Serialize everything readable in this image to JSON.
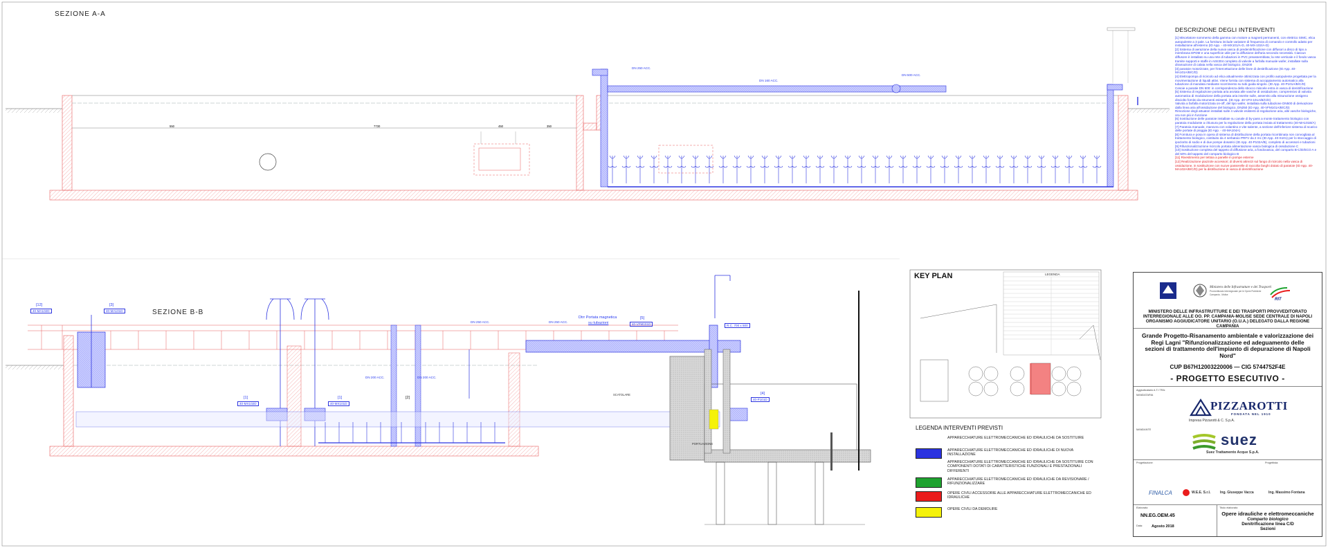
{
  "sections": {
    "sezione_aa": "SEZIONE A-A",
    "sezione_bb": "SEZIONE B-B"
  },
  "descrizione": {
    "title": "DESCRIZIONE DEGLI INTERVENTI",
    "items": [
      "[1] Miscelatore sommerso della gamma con motore a magneti permanenti, con elettrico SIMC, elica autopulente a 3 pale. La fornitura include variatore di frequenza di comando e controllo adatto per installazione all'esterno (ID App. - 40-MX101/A-D, 40-MX-102/A-D)",
      "[2] Sistema di aerazione della nuova vasca di predenitrificazione con diffusori a disco di tipo a membrana EPDM e una superficie utile per la diffusione dell'aria secondo necessità. Ciascun diffusore è installato su una rete di tubazioni in PVC preassemblata; la rete verticale e il fondo vasca tramite supporti e staffe in AISI304 completo di valvole a farfalla manuale wafer, installate sulla diramazione di calata nella vasca del biologico, DN200",
      "[3] paratoie motorizzate, per l'intercettazione delle linee di denitrificazione (ID App. 40-MA101A/B/C/D)",
      "[4] Elettropompa di ricircolo ad elica attualmente ottimizzata con profilo autopulente progettata per la movimentazione di liquidi attivi. Viene fornita con sistema di accoppiamento automatico alla tubazione di mandata mediante scorrimento su tubi guida singolo. (ID App. 40-P101A/B/C/D)",
      "Cesoie a paratie DN 800: in corrispondenza dello sbocco miscele entra in vasca di denitrificazione",
      "[5] Sistema di regolazione portata aria avviata alle vasche di ossidazione, comprensivo di valvola automatica di modulazione della portata aria inserite sulle, asservito alla misurazione ossigeno disciolto fornito da strumenti esistenti. (ID App. 40-VF3-101A/B/C/D)",
      "Valvola a farfalla motorizzata on-off, del tipo wafer, installata sulla tubazione DN500 di derivazione dalla linea aria all'ossidazione del biologico, DN250 (ID App. 40-VFM101A/B/C/D)",
      "Rimozione degli attuatori installati sulle 4 valvole esistenti di regolazione aria, alle vasche biologiche, ora non più in funzione",
      "[6] Sostituzione delle paratoie installate su canale di by-pass a monte trattamento biologico con paratoia modulante a chiusura per la regolazione della portata inviata al trattamento (40-MA101B/A)",
      "[7] Paratoia manuale, manovra con volantino e vite salente, a sezione dell'inferiore sistema di scarico delle portate di pioggia (ID App. - 40-MA104A)",
      "[8] Fornitura e posa in opera di sistema di distribuzione della portata ricombinata non convogliata al trattamento biologico, costituito da 4 serbatoio PRFV da 2 mc (ID App. 40-S101) per lo stoccaggio di ipoclorito di sodio e di due pompe dosatrici (ID App. 40-P102A/B), completo di accessori e tubazioni",
      "[9] Rifunzionalizzazione ricircolo portata alimentazione vasca biologica di ossidazione C",
      "[10] Sostituzione completa del tappeto di diffusione aria, a fondovasca, del comparto B-C/D/ECO A e del 50% del tappeto del comparto biologico B",
      "[11] Rivestimento per tettoia a panelle in pompe esterne",
      "[12] Realizzazione piazzole accessori; di diversi attrezzi sul fango di ricircolo nella vasca di ossidazione, in sostituzione con nuove passerelle di raccolta fanghi dotato di paratoie (ID App. 40-MA102A/B/C/D) per la distribuzione in vasca di denitrificazione"
    ]
  },
  "labels_aa": {
    "dn250_acc": "DN 250 ACC.",
    "dn160_acc": "DN 160 ACC.",
    "dn500_acc": "DN 500 ACC."
  },
  "labels_bb": {
    "tag_12": "[12]",
    "tag_12_id": "40-MA102D",
    "tag_3": "[3]",
    "tag_3_id": "40-MA101D",
    "dn250_acc": "DN 250 ACC.",
    "dn250_acc_2": "DN 250 ACC.",
    "misura": "Dtrr Portata magnetica",
    "misura2": "su tubazioni",
    "tag_5": "[5]",
    "tag_5_id": "40-VFM101D",
    "dn200_1": "DN 200 ACC.",
    "dn200_2": "DN 200 ACC.",
    "tag_1a": "[1]",
    "tag_1a_id": "40-MX102D",
    "tag_1b": "[1]",
    "tag_1b_id": "40-MX101D",
    "tag_2": "[2]",
    "tag_4": "[4]",
    "tag_4_id": "40-P101D",
    "scatolare": "SCATOLARE",
    "portuazione": "PORTUAZIONE",
    "rc": "R.C. 700 x 500"
  },
  "keyplan": {
    "title": "KEY PLAN",
    "legenda": "LEGENDA"
  },
  "legenda": {
    "title": "LEGENDA INTERVENTI PREVISTI",
    "items": [
      {
        "text": "APPARECCHIATURE ELETTROMECCANICHE ED IDRAULICHE DA SOSTITUIRE",
        "color": "#ffffff"
      },
      {
        "text": "APPARECCHIATURE ELETTROMECCANICHE ED IDRAULICHE DI NUOVA INSTALLAZIONE",
        "color": "#2b33e0"
      },
      {
        "text": "APPARECCHIATURE ELETTROMECCANICHE ED IDRAULICHE DA SOSTITUIRE CON COMPONENTI DOTATI DI CARATTERISTICHE FUNZIONALI E PRESTAZIONALI DIFFERENTI",
        "color": "#ffffff"
      },
      {
        "text": "APPARECCHIATURE ELETTROMECCANICHE ED IDRAULICHE DA REVISIONARE / RIFUNZIONALIZZARE",
        "color": "#1fa330"
      },
      {
        "text": "OPERE CIVILI ACCESSORIE ALLE APPARECCHIATURE ELETTROMECCANICHE ED IDRAULICHE",
        "color": "#ea1c1c"
      },
      {
        "text": "OPERE CIVILI DA DEMOLIRE",
        "color": "#f5f20a"
      }
    ]
  },
  "titleblock": {
    "ministry": [
      "MINISTERO DELLE INFRASTRUTTURE E DEI TRASPORTI PROVVEDITORATO",
      "INTERREGIONALE ALLE OO. PP. CAMPANIA-MOLISE SEDE CENTRALE DI NAPOLI",
      "ORGANISMO AGGIUDICATORE UNITARIO (O.U.A.) DELEGATO DALLA REGIONE CAMPANIA"
    ],
    "project": [
      "Grande Progetto-Risanamento ambientale e valorizzazione dei",
      "Regi Lagni \"Rifunzionalizzazione ed adeguamento delle",
      "sezioni di trattamento dell'impianto di depurazione di Napoli Nord\""
    ],
    "cup": "CUP B67H12003220006 — CIG 5744752F4E",
    "esecutivo": "- PROGETTO ESECUTIVO -",
    "aggiudicatario": "Aggiudicatario A.T.I TRA:",
    "mandataria": "MANDATARIA",
    "mandante": "MANDANTE",
    "pizzarotti": "PIZZAROTTI",
    "fondata": "FONDATA NEL 1910",
    "impresa": "Impresa Pizzarotti & C. S.p.A.",
    "suez": "suez",
    "suez_sub": "Suez Trattamento Acque S.p.A.",
    "progettazione": "Progettazione:",
    "progettista": "Progettista:",
    "wee": "W.E.E. S.r.l.",
    "eng1": "Ing. Giuseppe Vacca",
    "eng2": "Ing. Massimo Fontana",
    "elaborato": "Elaborato:",
    "titolo_label": "Titolo elaborato:",
    "data_label": "Data:",
    "code": "NN.EG.OEM.45",
    "date": "Agosto 2018",
    "subject": [
      "Opere idrauliche e elettromeccaniche",
      "Comparto biologico",
      "Denitrificazione linea C/D",
      "Sezioni"
    ]
  },
  "colors": {
    "new": "#2b33e0",
    "civil": "#ea1c1c",
    "demolish": "#f5f20a",
    "revise": "#1fa330"
  }
}
